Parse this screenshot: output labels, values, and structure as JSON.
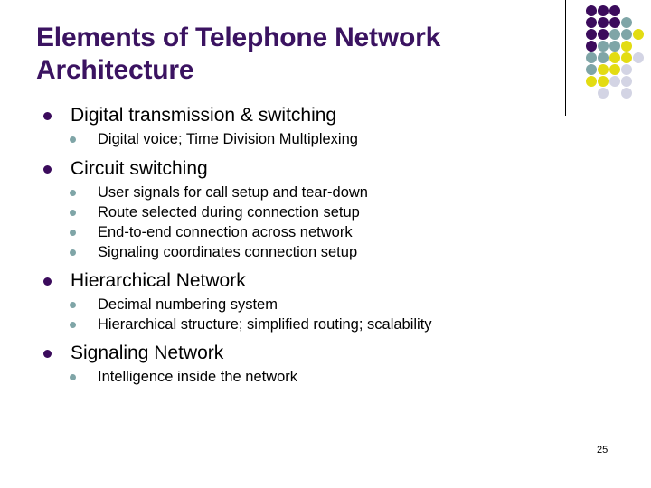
{
  "slide": {
    "title": "Elements of Telephone Network Architecture",
    "title_color": "#3B1361",
    "number": "25",
    "background": "#ffffff",
    "text_color": "#000000"
  },
  "bullet_colors": {
    "level1": "#3B0B5C",
    "level2": "#7FA5A7"
  },
  "outline": [
    {
      "label": "Digital transmission & switching",
      "children": [
        {
          "label": "Digital voice; Time Division Multiplexing"
        }
      ]
    },
    {
      "label": "Circuit switching",
      "children": [
        {
          "label": "User signals for call setup and tear-down"
        },
        {
          "label": "Route selected during connection setup"
        },
        {
          "label": "End-to-end connection across network"
        },
        {
          "label": "Signaling coordinates connection setup"
        }
      ]
    },
    {
      "label": "Hierarchical Network",
      "children": [
        {
          "label": "Decimal numbering system"
        },
        {
          "label": "Hierarchical structure; simplified routing; scalability"
        }
      ]
    },
    {
      "label": "Signaling Network",
      "children": [
        {
          "label": "Intelligence inside the network"
        }
      ]
    }
  ],
  "decoration": {
    "name": "dot-grid-motif",
    "palette": {
      "purple": "#3B0B5C",
      "teal": "#7FA5A7",
      "yellow": "#E3DC12",
      "lavender": "#D3D4E4"
    },
    "cell": 13,
    "dot_size": 12,
    "dots": [
      {
        "col": 0,
        "row": 0,
        "color": "#3B0B5C"
      },
      {
        "col": 1,
        "row": 0,
        "color": "#3B0B5C"
      },
      {
        "col": 2,
        "row": 0,
        "color": "#3B0B5C"
      },
      {
        "col": 0,
        "row": 1,
        "color": "#3B0B5C"
      },
      {
        "col": 1,
        "row": 1,
        "color": "#3B0B5C"
      },
      {
        "col": 2,
        "row": 1,
        "color": "#3B0B5C"
      },
      {
        "col": 3,
        "row": 1,
        "color": "#7FA5A7"
      },
      {
        "col": 0,
        "row": 2,
        "color": "#3B0B5C"
      },
      {
        "col": 1,
        "row": 2,
        "color": "#3B0B5C"
      },
      {
        "col": 2,
        "row": 2,
        "color": "#7FA5A7"
      },
      {
        "col": 3,
        "row": 2,
        "color": "#7FA5A7"
      },
      {
        "col": 4,
        "row": 2,
        "color": "#E3DC12"
      },
      {
        "col": 0,
        "row": 3,
        "color": "#3B0B5C"
      },
      {
        "col": 1,
        "row": 3,
        "color": "#7FA5A7"
      },
      {
        "col": 2,
        "row": 3,
        "color": "#7FA5A7"
      },
      {
        "col": 3,
        "row": 3,
        "color": "#E3DC12"
      },
      {
        "col": 0,
        "row": 4,
        "color": "#7FA5A7"
      },
      {
        "col": 1,
        "row": 4,
        "color": "#7FA5A7"
      },
      {
        "col": 2,
        "row": 4,
        "color": "#E3DC12"
      },
      {
        "col": 3,
        "row": 4,
        "color": "#E3DC12"
      },
      {
        "col": 4,
        "row": 4,
        "color": "#D3D4E4"
      },
      {
        "col": 0,
        "row": 5,
        "color": "#7FA5A7"
      },
      {
        "col": 1,
        "row": 5,
        "color": "#E3DC12"
      },
      {
        "col": 2,
        "row": 5,
        "color": "#E3DC12"
      },
      {
        "col": 3,
        "row": 5,
        "color": "#D3D4E4"
      },
      {
        "col": 0,
        "row": 6,
        "color": "#E3DC12"
      },
      {
        "col": 1,
        "row": 6,
        "color": "#E3DC12"
      },
      {
        "col": 2,
        "row": 6,
        "color": "#D3D4E4"
      },
      {
        "col": 3,
        "row": 6,
        "color": "#D3D4E4"
      },
      {
        "col": 1,
        "row": 7,
        "color": "#D3D4E4"
      },
      {
        "col": 3,
        "row": 7,
        "color": "#D3D4E4"
      }
    ]
  }
}
